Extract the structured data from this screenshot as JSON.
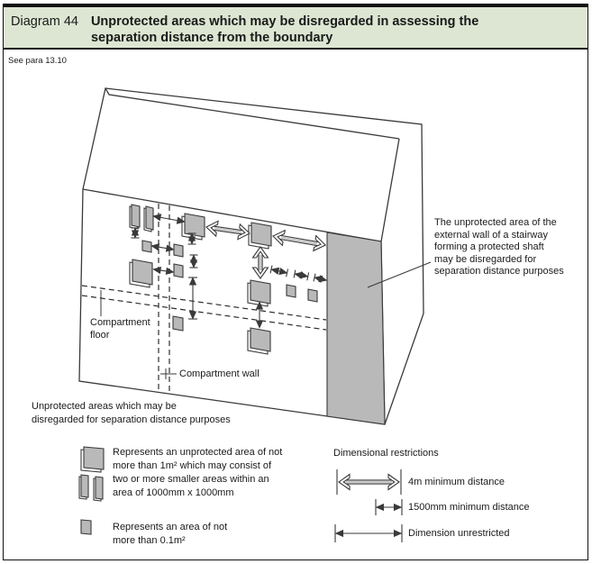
{
  "header": {
    "label": "Diagram 44",
    "title_line1": "Unprotected areas which may be disregarded in assessing the",
    "title_line2": "separation distance from the boundary"
  },
  "reference": "See para 13.10",
  "diagram": {
    "labels": {
      "compartment_floor": [
        "Compartment",
        "floor"
      ],
      "compartment_wall": "Compartment wall",
      "stairway_note": [
        "The unprotected area of the",
        "external wall of a stairway",
        "forming a protected shaft",
        "may be disregarded for",
        "separation distance purposes"
      ],
      "bottom_note": [
        "Unprotected areas which may be",
        "disregarded for separation distance purposes"
      ]
    }
  },
  "legend": {
    "area_1m2": {
      "lines": [
        "Represents an unprotected area of not",
        "more than 1m² which may consist of",
        "two or more smaller areas within an",
        "area of 1000mm x 1000mm"
      ]
    },
    "area_0_1m2": {
      "lines": [
        "Represents an area of not",
        "more than 0.1m²"
      ]
    },
    "dimensional": {
      "heading": "Dimensional restrictions",
      "items": [
        "4m minimum distance",
        "1500mm minimum distance",
        "Dimension unrestricted"
      ]
    }
  },
  "colors": {
    "header_bg": "#dde6d2",
    "area_fill": "#b9b9b9",
    "line": "#3a3a3a"
  }
}
